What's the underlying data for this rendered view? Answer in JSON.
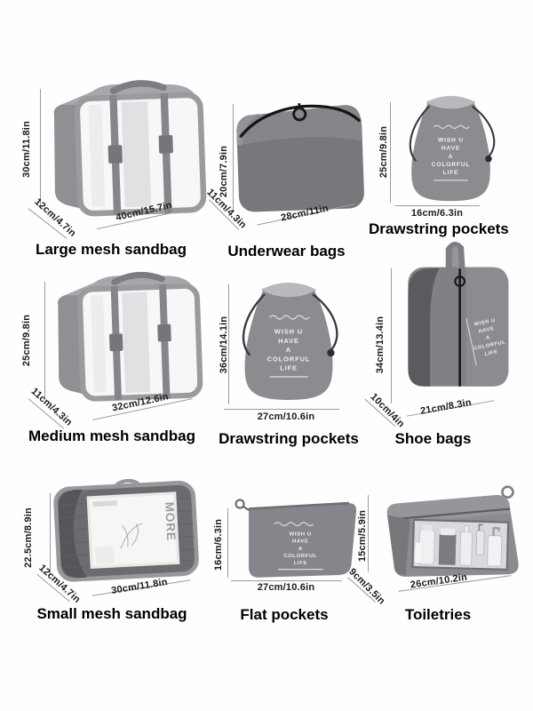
{
  "page": {
    "background": "#fefefe"
  },
  "items": [
    {
      "name": "Large mesh sandbag",
      "height": "30cm/11.8in",
      "depth": "12cm/4.7in",
      "width": "40cm/15.7in"
    },
    {
      "name": "Underwear bags",
      "height": "20cm/7.9in",
      "depth": "11cm/4.3in",
      "width": "28cm/11in"
    },
    {
      "name": "Drawstring pockets",
      "height": "25cm/9.8in",
      "width": "16cm/6.3in",
      "print": [
        "WISH U",
        "HAVE",
        "A",
        "COLORFUL",
        "LIFE"
      ]
    },
    {
      "name": "Medium mesh sandbag",
      "height": "25cm/9.8in",
      "depth": "11cm/4.3in",
      "width": "32cm/12.6in"
    },
    {
      "name": "Drawstring pockets",
      "height": "36cm/14.1in",
      "width": "27cm/10.6in",
      "print": [
        "WISH U",
        "HAVE",
        "A",
        "COLORFUL",
        "LIFE"
      ]
    },
    {
      "name": "Shoe bags",
      "height": "34cm/13.4in",
      "depth": "10cm/4in",
      "width": "21cm/8.3in",
      "print": [
        "WISH U",
        "HAVE",
        "A",
        "COLORFUL",
        "LIFE"
      ]
    },
    {
      "name": "Small mesh sandbag",
      "height": "22.5cm/8.9in",
      "depth": "12cm/4.7in",
      "width": "30cm/11.8in",
      "magazine_title": "MORE"
    },
    {
      "name": "Flat pockets",
      "height": "16cm/6.3in",
      "width": "27cm/10.6in",
      "print": [
        "WISH U",
        "HAVE",
        "A",
        "COLORFUL",
        "LIFE"
      ]
    },
    {
      "name": "Toiletries",
      "height": "15cm/5.9in",
      "depth": "9cm/3.5in",
      "width": "26cm/10.2in"
    }
  ],
  "colors": {
    "bag_gray": "#8b8c90",
    "bag_dark": "#5a5b5f",
    "bag_light": "#a6a7ab",
    "mesh_white": "#f6f6f6",
    "zipper_black": "#1a1a1c",
    "cord_dark": "#38383a",
    "dimension_text": "#1b1b1b",
    "name_text": "#000000",
    "guide_line": "#9b9b9b"
  }
}
